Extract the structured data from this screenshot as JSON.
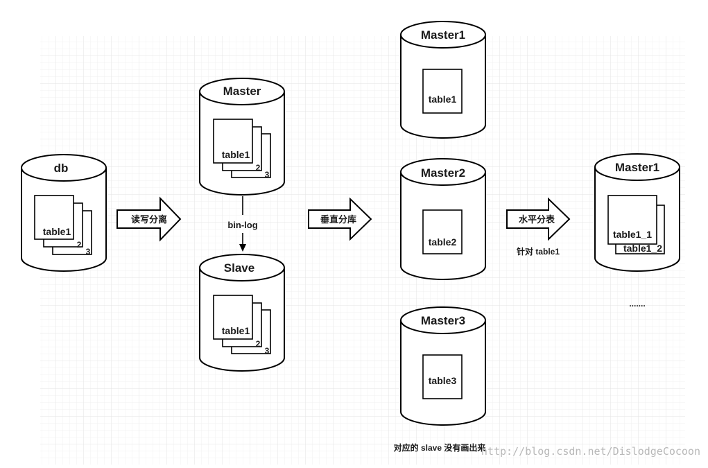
{
  "databases": {
    "db": {
      "title": "db",
      "tables": [
        "table1",
        "2",
        "3"
      ]
    },
    "master_rw": {
      "title": "Master",
      "tables": [
        "table1",
        "2",
        "3"
      ]
    },
    "slave": {
      "title": "Slave",
      "tables": [
        "table1",
        "2",
        "3"
      ]
    },
    "master1": {
      "title": "Master1",
      "tables": [
        "table1"
      ]
    },
    "master2": {
      "title": "Master2",
      "tables": [
        "table2"
      ]
    },
    "master3": {
      "title": "Master3",
      "tables": [
        "table3"
      ]
    },
    "master1_h": {
      "title": "Master1",
      "tables": [
        "table1_1",
        "table1_2"
      ]
    }
  },
  "arrows": {
    "rw_split": "读写分离",
    "vertical": "垂直分库",
    "horizontal": "水平分表"
  },
  "labels": {
    "binlog": "bin-log",
    "for_table1": "针对 table1",
    "ellipsis": ".......",
    "slave_note": "对应的 slave 没有画出来",
    "watermark": "http://blog.csdn.net/DislodgeCocoon"
  }
}
